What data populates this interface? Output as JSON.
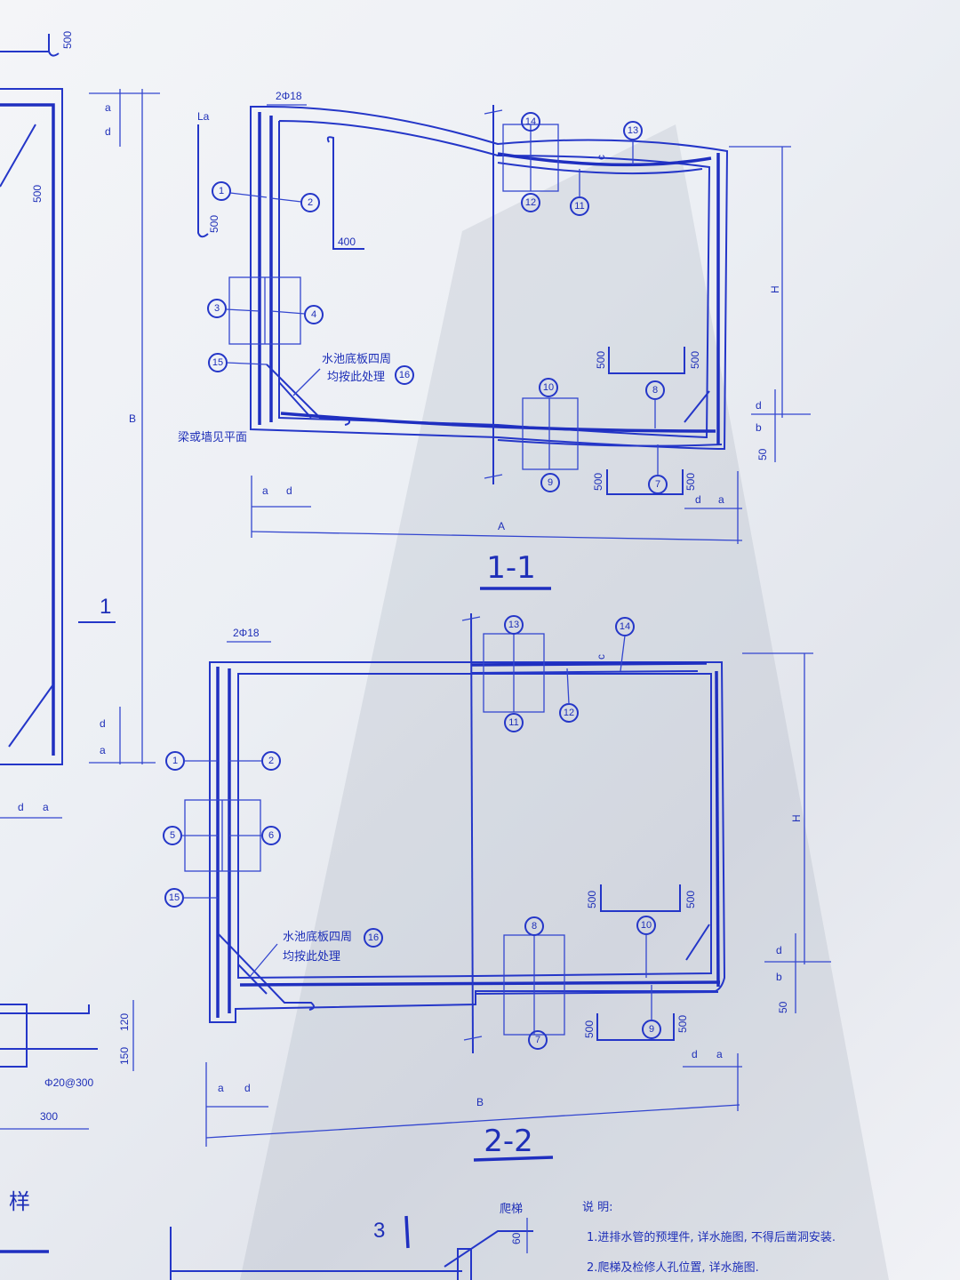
{
  "section_1_1": {
    "title": "1-1",
    "top_bar_label": "2Φ18",
    "anchor_label": "La",
    "hook_500_label": "500",
    "hook_400_label": "400",
    "note_line1": "水池底板四周",
    "note_line2": "均按此处理",
    "beam_note": "梁或墙见平面",
    "width_label": "A",
    "height_label": "H",
    "dim_a": "a",
    "dim_d": "d",
    "dim_b": "b",
    "dim_c": "c",
    "dim_50": "50",
    "bottom_hook_500": "500",
    "callouts": [
      "1",
      "2",
      "3",
      "4",
      "15",
      "16",
      "14",
      "12",
      "13",
      "11",
      "10",
      "9",
      "8",
      "7"
    ]
  },
  "section_2_2": {
    "title": "2-2",
    "top_bar_label": "2Φ18",
    "note_line1": "水池底板四周",
    "note_line2": "均按此处理",
    "width_label": "B",
    "height_label": "H",
    "dim_a": "a",
    "dim_d": "d",
    "dim_b": "b",
    "dim_c": "c",
    "dim_50": "50",
    "hook_500": "500",
    "callouts": [
      "1",
      "2",
      "5",
      "6",
      "15",
      "16",
      "13",
      "14",
      "11",
      "12",
      "8",
      "10",
      "7",
      "9"
    ]
  },
  "left_detail": {
    "title": "1",
    "height_label": "B",
    "dim_500_top": "500",
    "dim_500_mid": "500",
    "dim_120": "120",
    "dim_150": "150",
    "rebar_label": "Φ20@300",
    "dim_300": "300",
    "fragment_label": "样"
  },
  "bottom": {
    "section_3_title": "3",
    "ladder_label": "爬梯",
    "ladder_dim": "60",
    "notes_title": "说 明:",
    "note_1": "1.进排水管的预埋件, 详水施图, 不得后凿洞安装.",
    "note_2": "2.爬梯及检修人孔位置, 详水施图."
  }
}
